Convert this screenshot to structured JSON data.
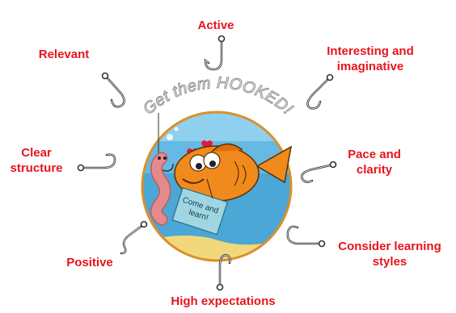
{
  "center": {
    "arc_text": "Get them HOOKED!",
    "sign_text": "Come and learn!"
  },
  "labels": {
    "active": "Active",
    "relevant": "Relevant",
    "interesting": "Interesting and\nimaginative",
    "clear": "Clear\nstructure",
    "pace": "Pace and\nclarity",
    "positive": "Positive",
    "consider": "Consider learning\nstyles",
    "high": "High expectations"
  },
  "colors": {
    "label": "#e8141b",
    "circle_border": "#d9912a",
    "water": "#4aa7d6",
    "fish": "#f08a1c",
    "worm": "#e48a8a",
    "sign": "#9fd6e2"
  },
  "icons": [
    "fishing-hook-icon",
    "fish-icon",
    "worm-icon",
    "heart-icon",
    "bubble-icon"
  ]
}
